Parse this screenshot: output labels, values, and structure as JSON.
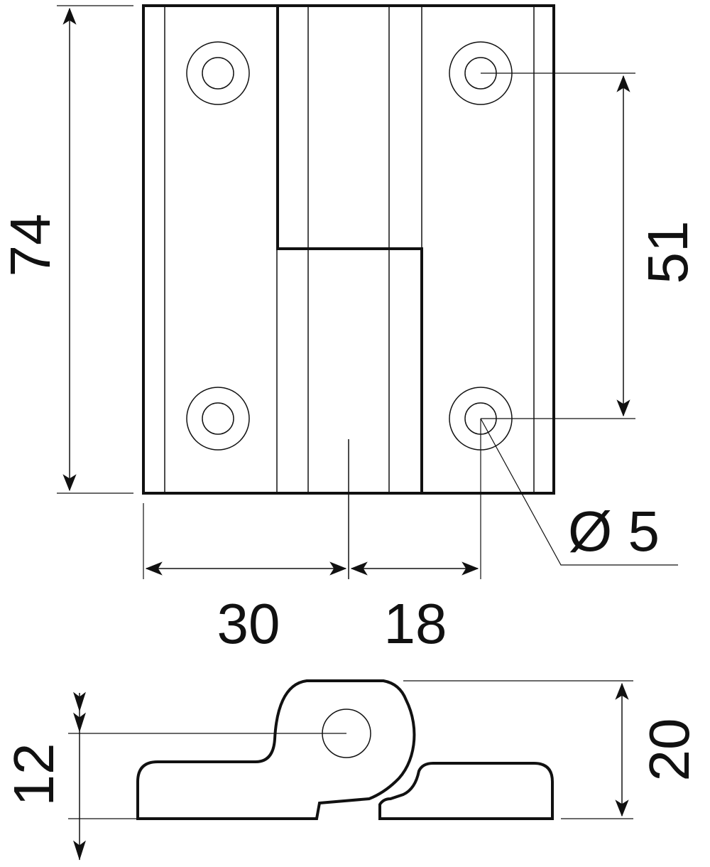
{
  "drawing": {
    "colors": {
      "ink": "#111111",
      "paper": "#ffffff"
    },
    "dimensions": {
      "height": "74",
      "hole_spacing": "51",
      "hole_diameter": "Ø 5",
      "offset_left": "30",
      "offset_right": "18",
      "pin_height": "12",
      "total_thickness": "20"
    }
  }
}
